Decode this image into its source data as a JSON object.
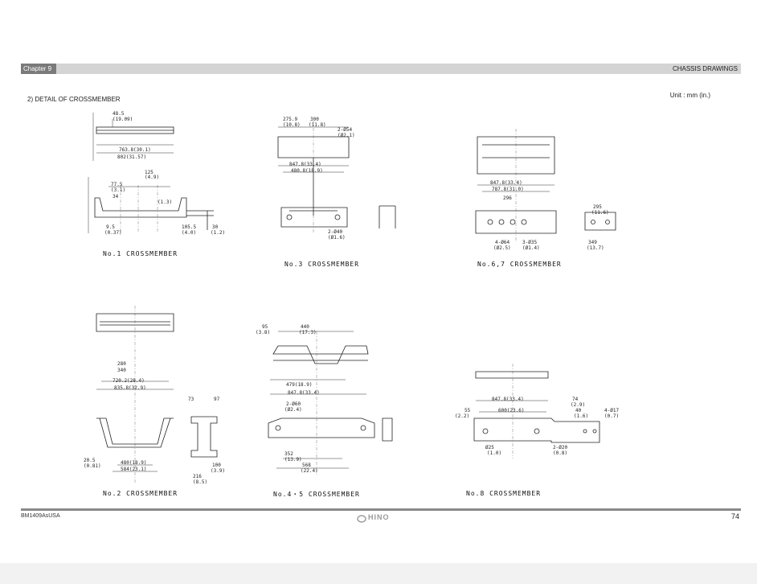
{
  "header": {
    "chapter": "Chapter 9",
    "title": "CHASSIS DRAWINGS"
  },
  "section_title": "2) DETAIL OF CROSSMEMBER",
  "unit": "Unit : mm (in.)",
  "captions": {
    "c1": "No.1  CROSSMEMBER",
    "c3": "No.3  CROSSMEMBER",
    "c67": "No.6,7  CROSSMEMBER",
    "c2": "No.2  CROSSMEMBER",
    "c45": "No.4・5  CROSSMEMBER",
    "c8": "No.8  CROSSMEMBER"
  },
  "dims": {
    "d1_top": "48.5",
    "d1_top_in": "(19.09)",
    "d1_width": "763.8(30.1)",
    "d1_width2": "802(31.57)",
    "d1_125": "125",
    "d1_125in": "(4.9)",
    "d1_77": "77.5",
    "d1_77in": "(3.1)",
    "d1_34": "34",
    "d1_13": "(1.3)",
    "d1_95": "9.5",
    "d1_95in": "(0.37)",
    "d1_105": "105.5",
    "d1_40": "(4.0)",
    "d1_30": "30",
    "d1_12": "(1.2)",
    "d3_275": "275.9",
    "d3_300": "300",
    "d3_108": "(10.8)",
    "d3_118": "(11.8)",
    "d3_54": "2-Ø54",
    "d3_21": "(Ø2.1)",
    "d3_847": "847.8(33.4)",
    "d3_480": "480.8(18.9)",
    "d3_40": "2-Ø40",
    "d3_16": "(Ø1.6)",
    "d67_847": "847.8(33.4)",
    "d67_787": "787.8(31.0)",
    "d67_296": "296",
    "d67_64": "4-Ø64",
    "d67_25": "(Ø2.5)",
    "d67_35": "3-Ø35",
    "d67_14": "(Ø1.4)",
    "d67_295": "295",
    "d67_116": "(11.6)",
    "d67_349": "349",
    "d67_137": "(13.7)",
    "d2_720": "720.2(28.4)",
    "d2_835": "835.8(32.9)",
    "d2_280": "280",
    "d2_340": "340",
    "d2_480": "480(18.9)",
    "d2_584": "584(23.1)",
    "d2_205": "20.5",
    "d2_081": "(0.81)",
    "d2_73": "73",
    "d2_97": "97",
    "d2_100": "100",
    "d2_39": "(3.9)",
    "d2_216": "216",
    "d2_85": "(8.5)",
    "d45_440": "440",
    "d45_173": "(17.3)",
    "d45_95": "95",
    "d45_38": "(3.8)",
    "d45_479": "479(18.9)",
    "d45_847": "847.8(33.4)",
    "d45_60": "2-Ø60",
    "d45_24": "(Ø2.4)",
    "d45_352": "352",
    "d45_139": "(13.9)",
    "d45_568": "568",
    "d45_224": "(22.4)",
    "d8_55": "55",
    "d8_22": "(2.2)",
    "d8_847": "847.8(33.4)",
    "d8_600": "600(23.6)",
    "d8_74": "74",
    "d8_29": "(2.9)",
    "d8_40": "40",
    "d8_16": "(1.6)",
    "d8_17": "4-Ø17",
    "d8_07": "(0.7)",
    "d8_25": "Ø25",
    "d8_10": "(1.0)",
    "d8_20": "2-Ø20",
    "d8_08": "(0.8)"
  },
  "footer": {
    "doc_number": "BM1409AsUSA",
    "logo": "HINO",
    "page": "74"
  }
}
